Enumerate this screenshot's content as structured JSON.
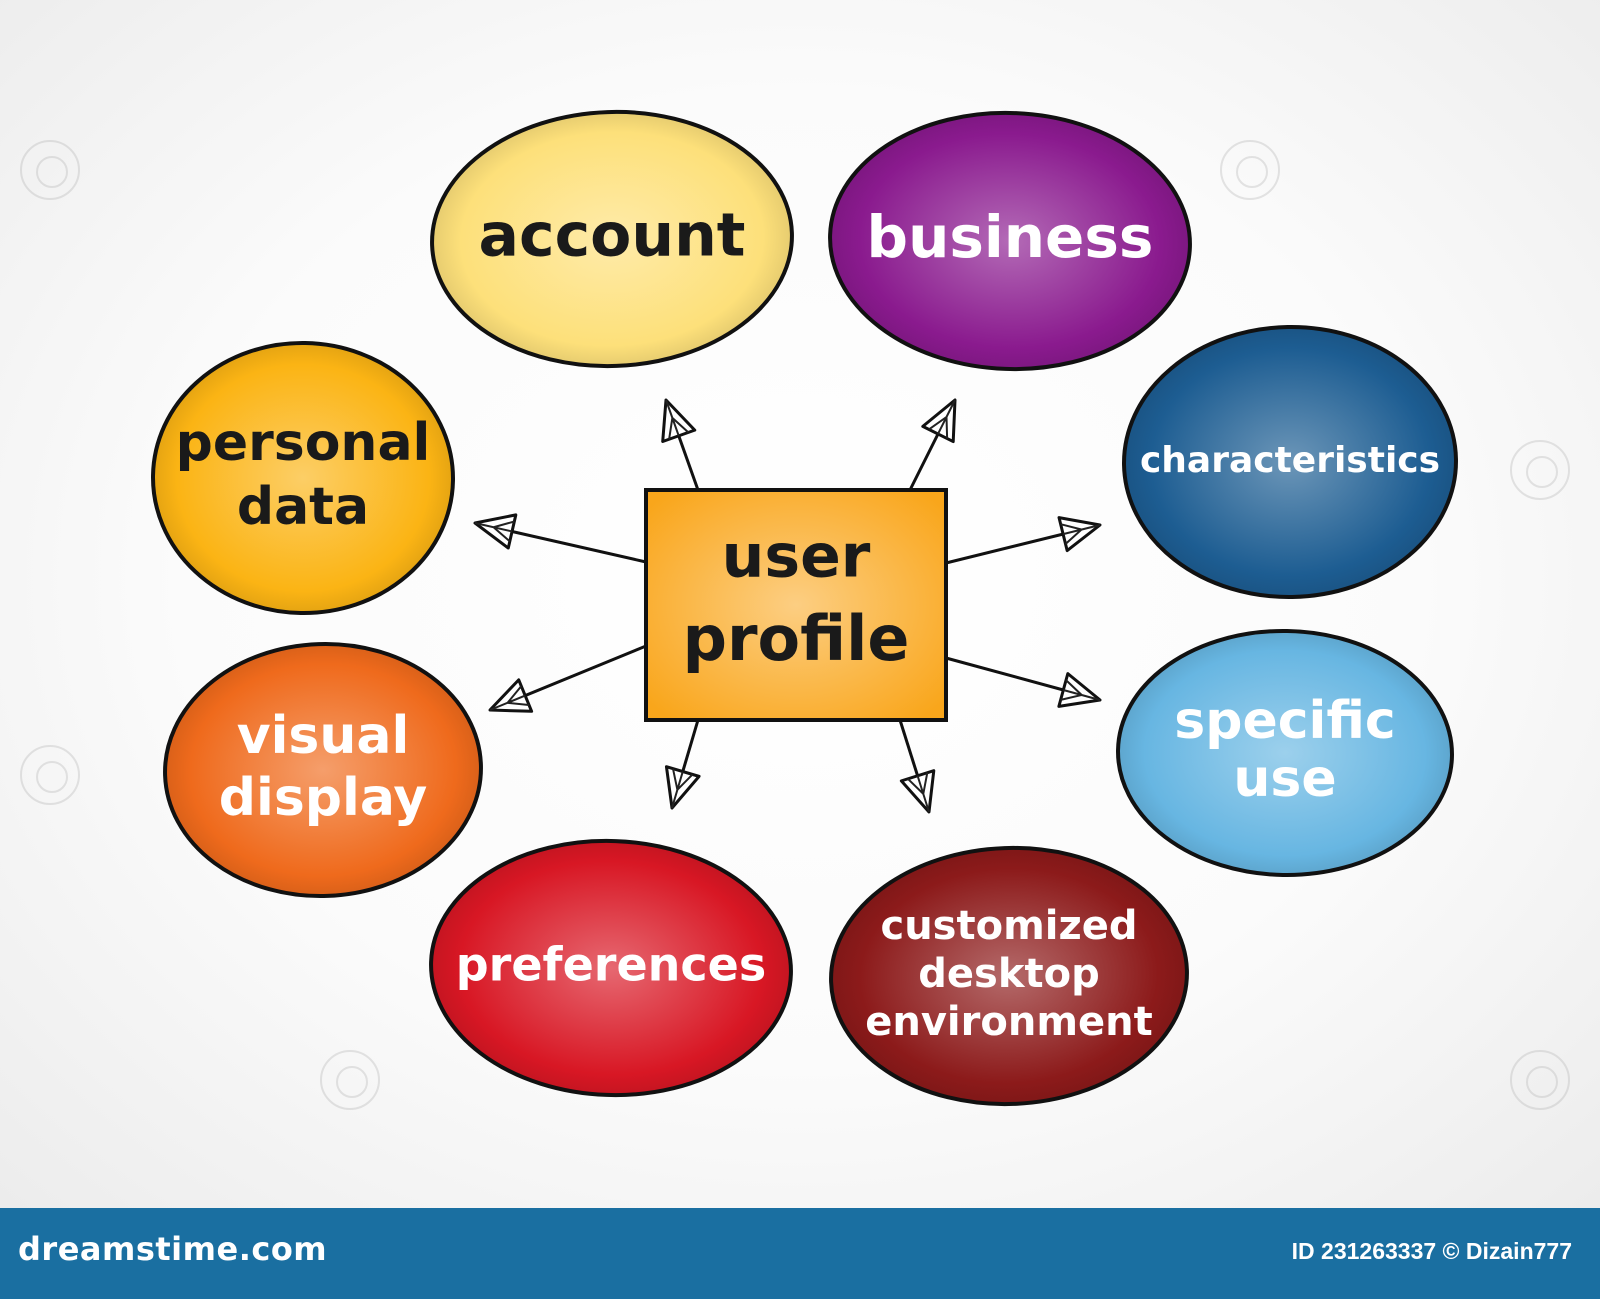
{
  "diagram": {
    "center": {
      "line1": "user",
      "line2": "profile",
      "color": "#f9a61b"
    },
    "nodes": [
      {
        "id": "account",
        "lines": [
          "account"
        ],
        "color": "#fde07a",
        "text_color": "#1a1a1a"
      },
      {
        "id": "business",
        "lines": [
          "business"
        ],
        "color": "#8a1a8e",
        "text_color": "#ffffff"
      },
      {
        "id": "characteristics",
        "lines": [
          "characteristics"
        ],
        "color": "#1d5d92",
        "text_color": "#ffffff"
      },
      {
        "id": "specific-use",
        "lines": [
          "specific",
          "use"
        ],
        "color": "#67b6e2",
        "text_color": "#ffffff"
      },
      {
        "id": "customized-desktop-environment",
        "lines": [
          "customized",
          "desktop",
          "environment"
        ],
        "color": "#8c1a1a",
        "text_color": "#ffffff"
      },
      {
        "id": "preferences",
        "lines": [
          "preferences"
        ],
        "color": "#d81724",
        "text_color": "#ffffff"
      },
      {
        "id": "visual-display",
        "lines": [
          "visual",
          "display"
        ],
        "color": "#ef6a1c",
        "text_color": "#ffffff"
      },
      {
        "id": "personal-data",
        "lines": [
          "personal",
          "data"
        ],
        "color": "#fbb414",
        "text_color": "#1a1a1a"
      }
    ]
  },
  "footer": {
    "brand": "dreamstime.com",
    "credit": "ID 231263337 © Dizain777",
    "background": "#1a6fa1"
  }
}
